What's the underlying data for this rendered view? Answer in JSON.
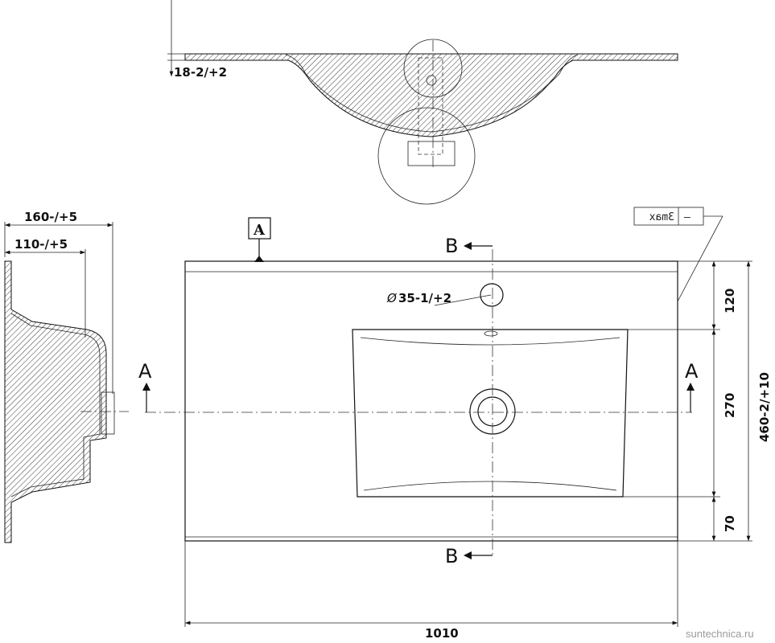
{
  "dimensions": {
    "top_thickness": "18-2/+2",
    "side_depth_total": "160-/+5",
    "side_depth_inner": "110-/+5",
    "front_120": "120",
    "front_270": "270",
    "front_70": "70",
    "overall_depth": "460-2/+10",
    "overall_width": "1010",
    "hole_diameter": "35-1/+2",
    "diameter_symbol": "Ø"
  },
  "section_labels": {
    "a_left": "A",
    "a_right": "A",
    "b_top": "B",
    "b_bottom": "B"
  },
  "reference": {
    "datum_letter": "A",
    "note_text": "Зmax",
    "note_dash": "—"
  },
  "watermark": "suntechnica.ru"
}
